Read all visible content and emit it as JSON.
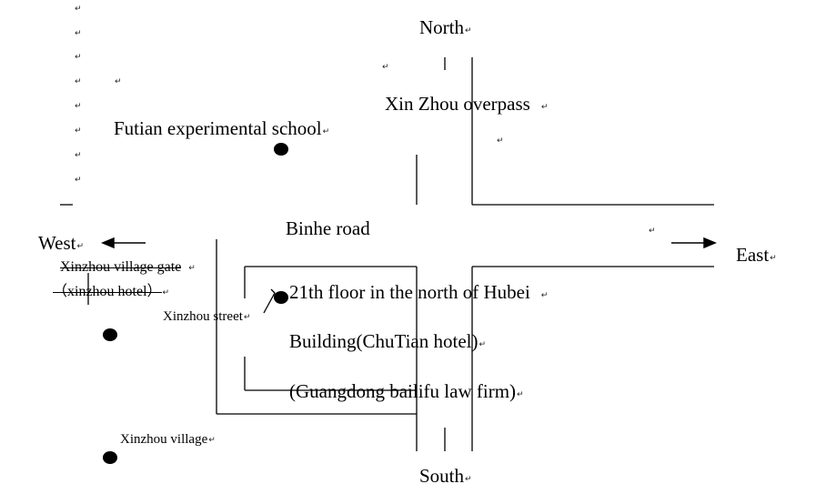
{
  "compass": {
    "north": "North",
    "south": "South",
    "east": "East",
    "west": "West"
  },
  "labels": {
    "overpass": "Xin Zhou overpass",
    "school": "Futian experimental school",
    "road": "Binhe road",
    "village_gate": "Xinzhou village gate",
    "hotel": "（xinzhou hotel）",
    "street": "Xinzhou street",
    "building_line1": "21th floor in the north of Hubei",
    "building_line2": "Building(ChuTian hotel)",
    "building_line3": "(Guangdong bailifu law firm)",
    "village": "Xinzhou village"
  },
  "paragraph_mark": "↵",
  "colors": {
    "ink": "#000000",
    "background": "#ffffff"
  }
}
